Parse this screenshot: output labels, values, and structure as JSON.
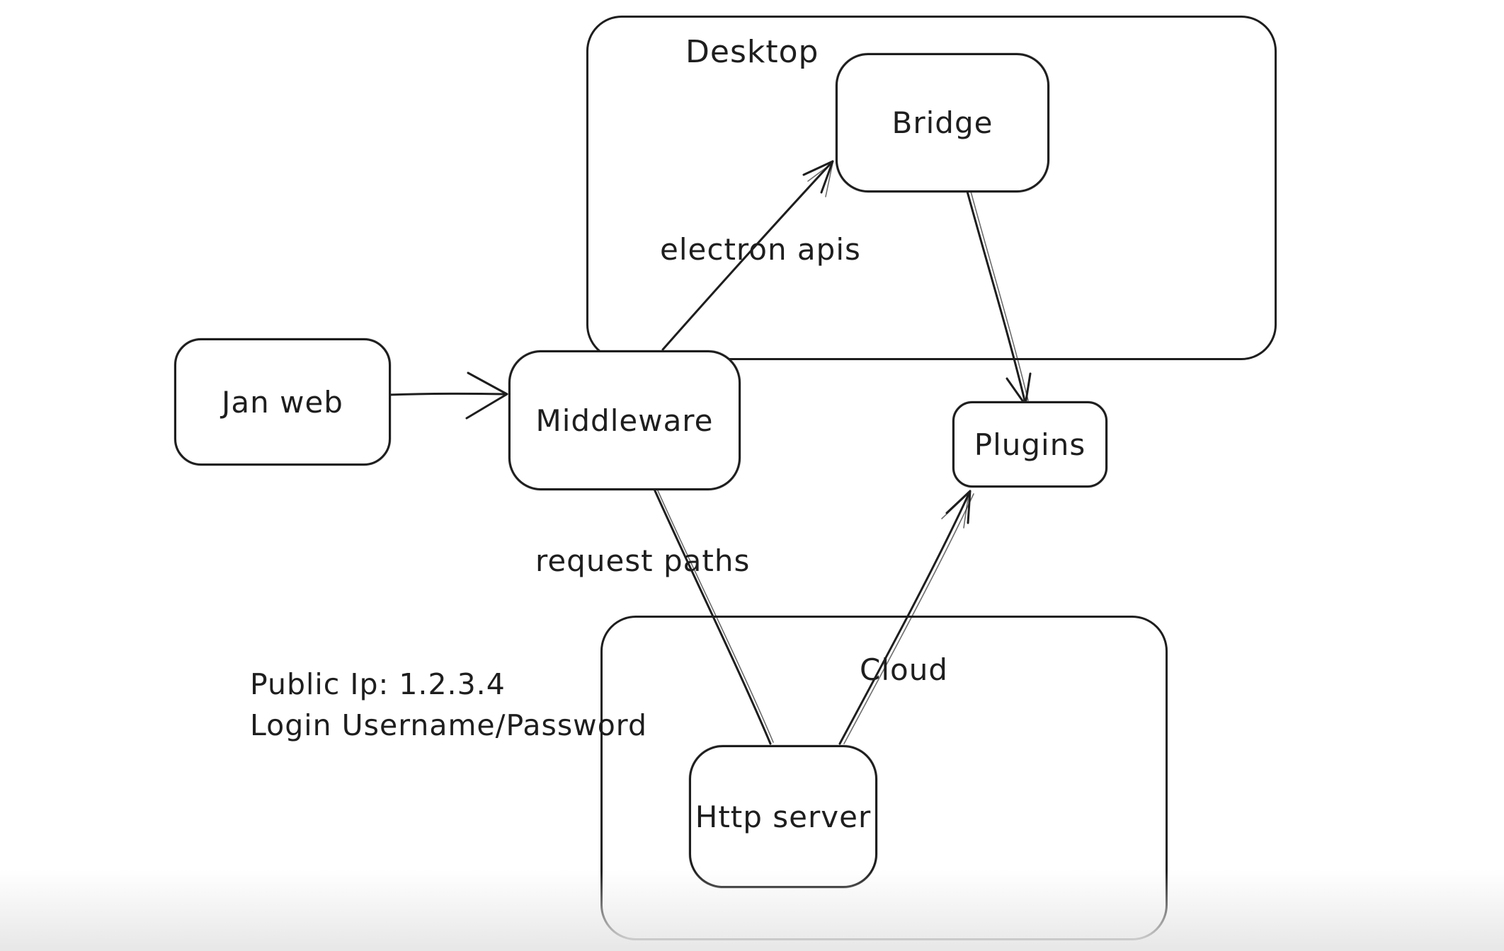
{
  "canvas": {
    "background": "#ffffff",
    "stroke_color": "#1e1e1e",
    "bottom_fade_color": "#e7e7e7"
  },
  "containers": [
    {
      "id": "desktop",
      "label": "Desktop"
    },
    {
      "id": "cloud",
      "label": "Cloud"
    }
  ],
  "nodes": [
    {
      "id": "jan-web",
      "label": "Jan web"
    },
    {
      "id": "middleware",
      "label": "Middleware"
    },
    {
      "id": "bridge",
      "label": "Bridge"
    },
    {
      "id": "plugins",
      "label": "Plugins"
    },
    {
      "id": "http-server",
      "label": "Http server"
    }
  ],
  "edges": [
    {
      "from": "jan-web",
      "to": "middleware",
      "label": ""
    },
    {
      "from": "middleware",
      "to": "bridge",
      "label": "electron apis"
    },
    {
      "from": "bridge",
      "to": "plugins",
      "label": ""
    },
    {
      "from": "middleware",
      "to": "http-server",
      "label": "request paths"
    },
    {
      "from": "http-server",
      "to": "plugins",
      "label": ""
    }
  ],
  "annotation": {
    "line1": "Public Ip: 1.2.3.4",
    "line2": "Login Username/Password"
  }
}
